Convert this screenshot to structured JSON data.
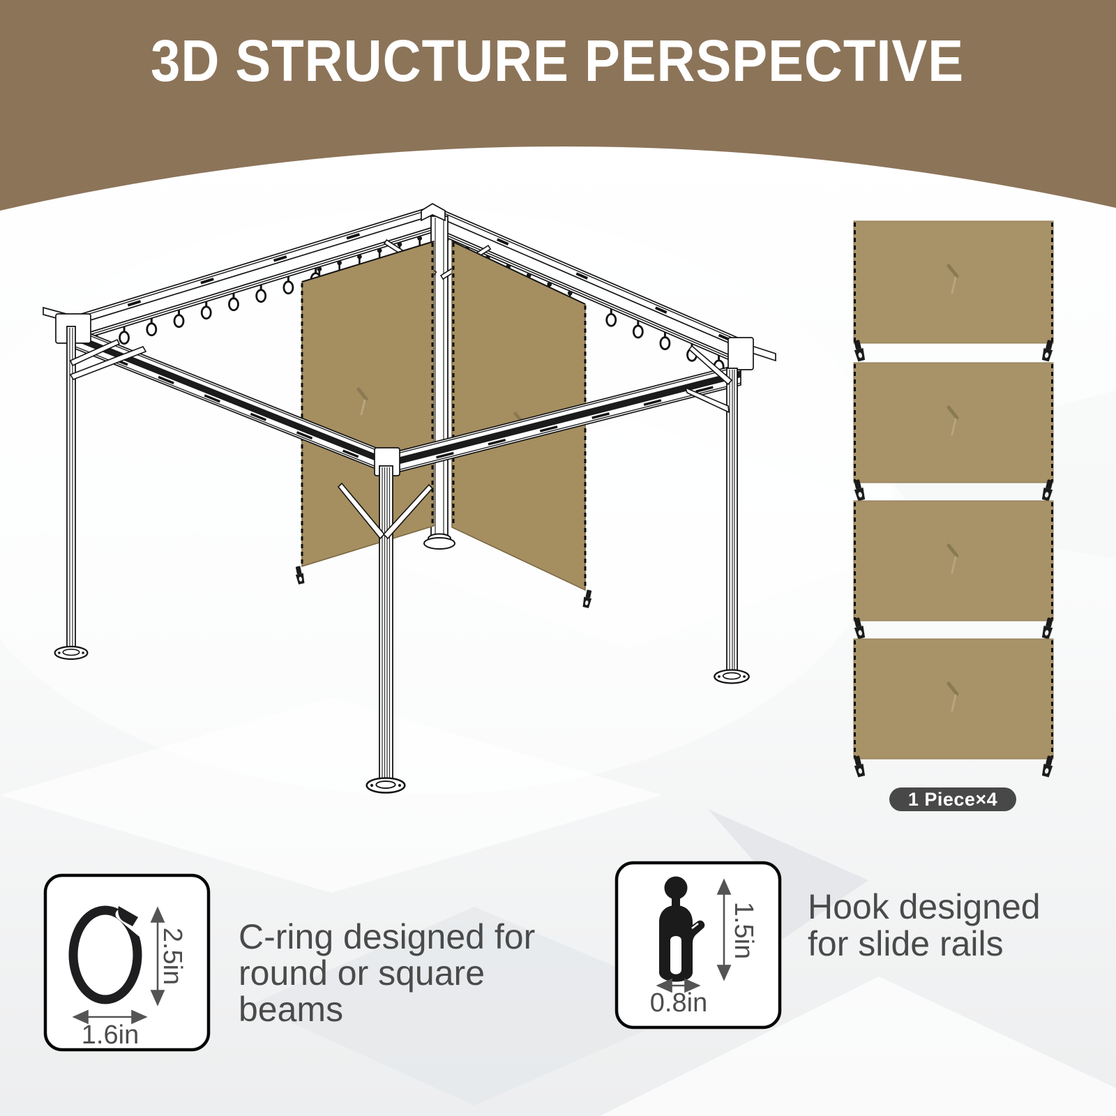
{
  "header": {
    "title": "3D STRUCTURE PERSPECTIVE"
  },
  "pieces": {
    "badge_label": "1 Piece×4"
  },
  "features": [
    {
      "id": "c-ring",
      "lines": [
        "C-ring designed for",
        "round or square",
        "beams"
      ],
      "height_label": "2.5in",
      "width_label": "1.6in"
    },
    {
      "id": "hook",
      "lines": [
        "Hook designed",
        "for slide rails"
      ],
      "height_label": "1.5in",
      "width_label": "0.8in"
    }
  ],
  "colors": {
    "header_brown": "#8c7459",
    "panel_tan": "#a89268",
    "panel_tan_dark": "#a58e60",
    "text_gray": "#4a4a4a",
    "badge_bg": "#484848",
    "page_bg": "#edeeef",
    "arrow_gray": "#545454",
    "ink": "#1b1b1b"
  }
}
